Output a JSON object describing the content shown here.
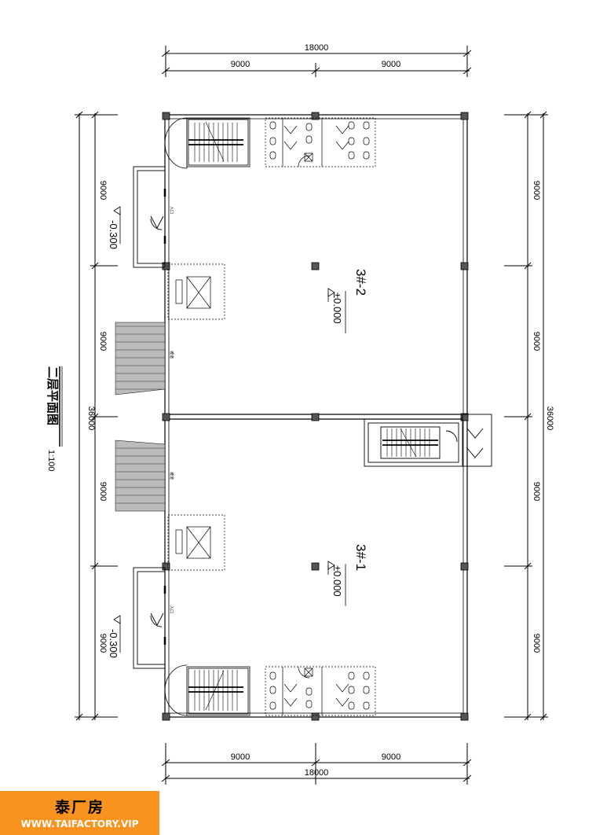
{
  "drawing": {
    "title": "二层平面图",
    "scale": "1:100",
    "dimensions": {
      "top_total": "18000",
      "top_bay_left": "9000",
      "top_bay_right": "9000",
      "bottom_total": "18000",
      "bottom_bay_left": "9000",
      "bottom_bay_right": "9000",
      "left_total": "36000",
      "left_bays": [
        "9000",
        "9000",
        "9000",
        "9000"
      ],
      "right_total": "36000",
      "right_bays": [
        "9000",
        "9000",
        "9000",
        "9000"
      ]
    },
    "units": [
      {
        "name": "3#-2",
        "level": "±0.000"
      },
      {
        "name": "3#-1",
        "level": "±0.000"
      }
    ],
    "outside_levels": [
      "-0.300",
      "-0.300"
    ],
    "room_labels": {
      "ramp": "坡道",
      "entrance": "入口"
    }
  },
  "brand": {
    "name": "泰厂房",
    "url": "WWW.TAIFACTORY.VIP",
    "color": "#f7931e"
  }
}
